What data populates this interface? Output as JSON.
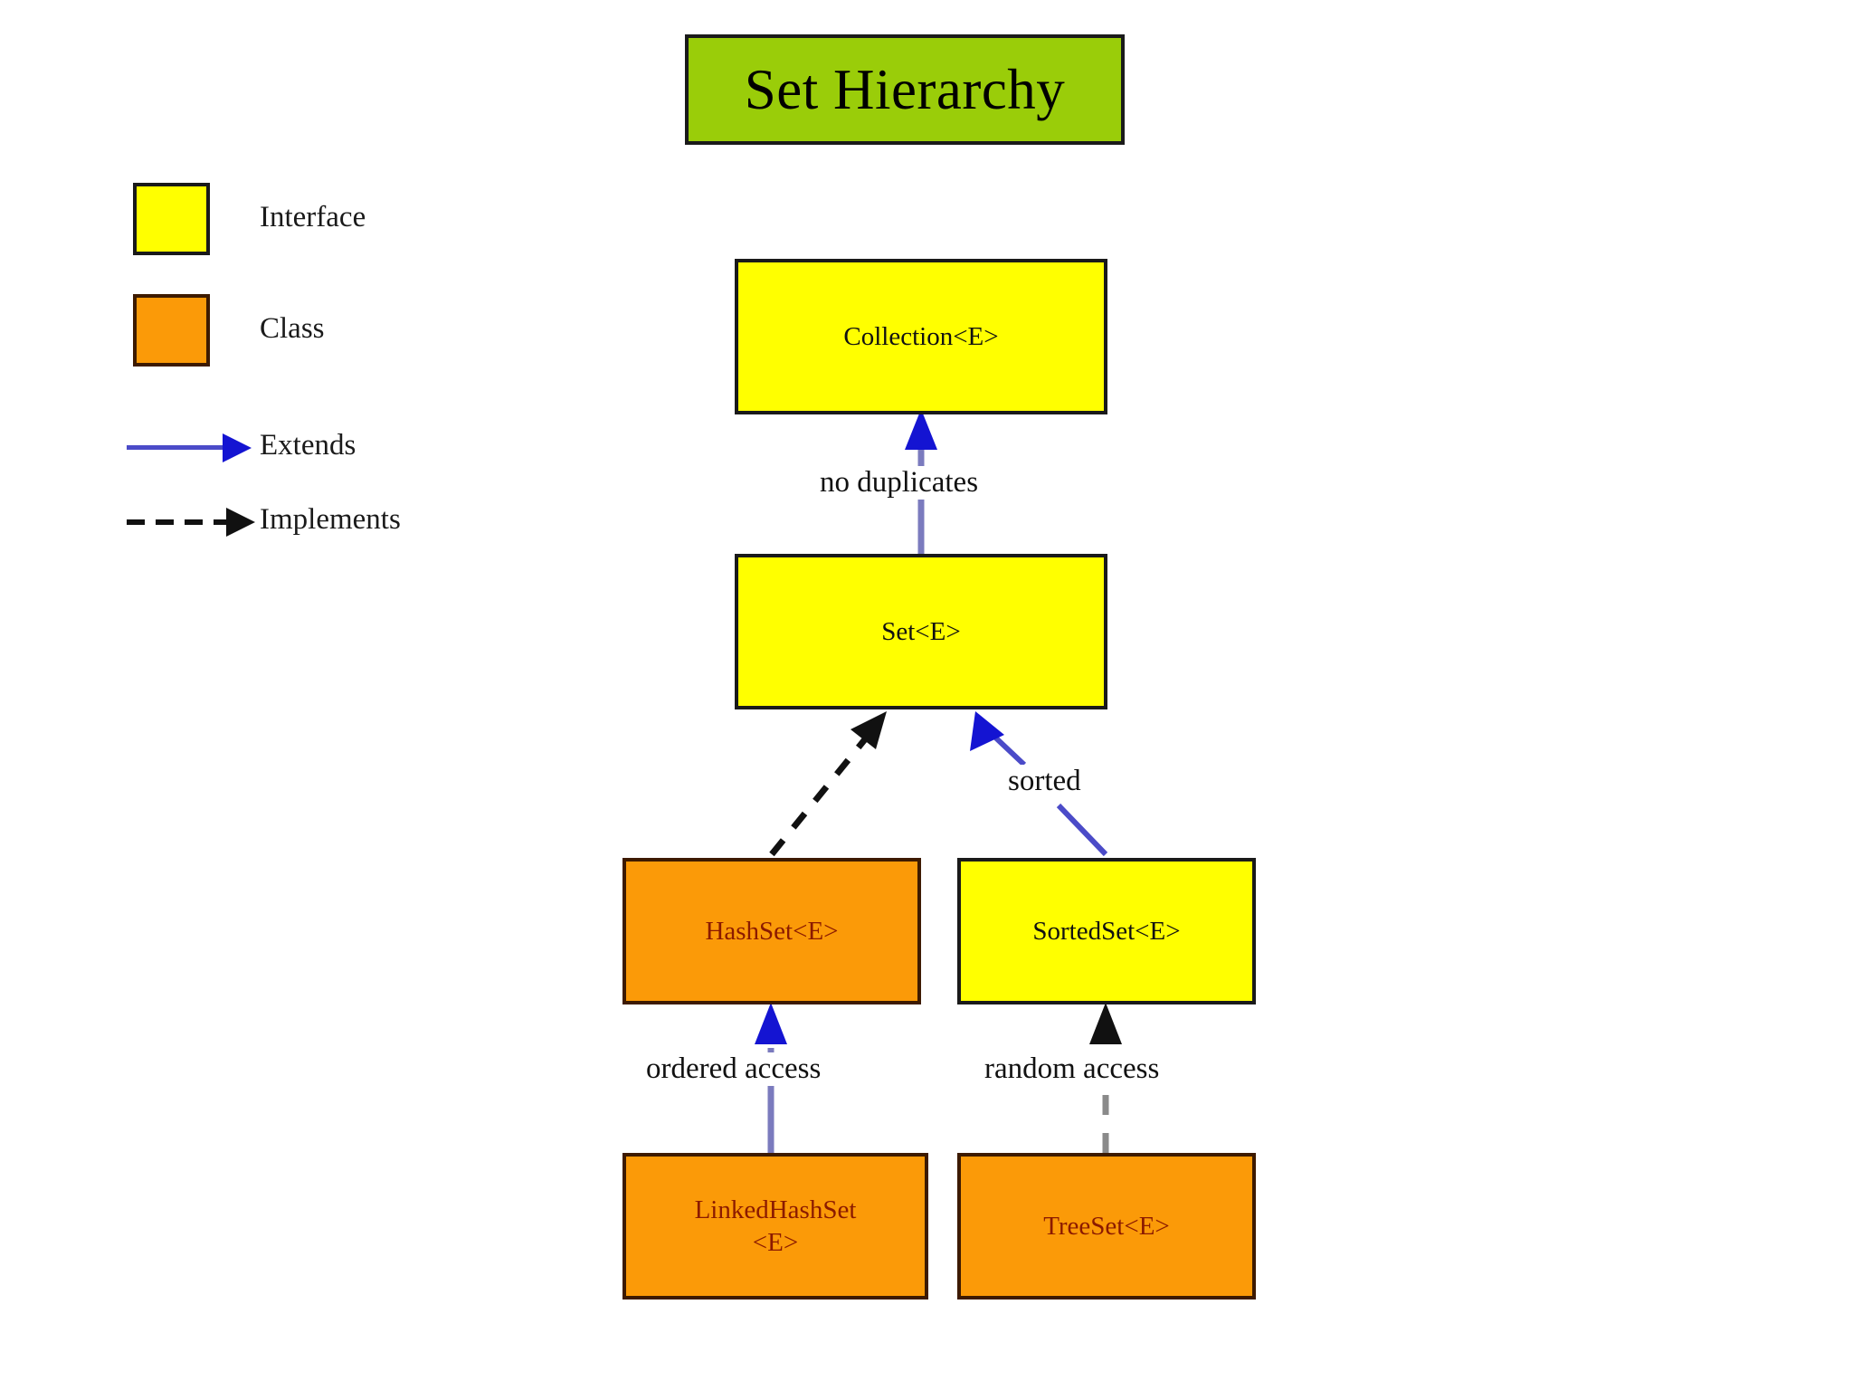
{
  "title": {
    "text": "Set Hierarchy",
    "background": "#9ACD09"
  },
  "legend": {
    "items": [
      {
        "label": "Interface",
        "swatch_color": "#FFFF00",
        "kind": "swatch"
      },
      {
        "label": "Class",
        "swatch_color": "#FB9A08",
        "kind": "swatch"
      },
      {
        "label": "Extends",
        "line_style": "solid",
        "line_color": "#4b4bc8",
        "kind": "line"
      },
      {
        "label": "Implements",
        "line_style": "dashed",
        "line_color": "#111111",
        "kind": "line"
      }
    ]
  },
  "diagram": {
    "type": "class-hierarchy",
    "nodes": [
      {
        "id": "collection",
        "label": "Collection<E>",
        "kind": "interface",
        "color": "#FFFF00"
      },
      {
        "id": "set",
        "label": "Set<E>",
        "kind": "interface",
        "color": "#FFFF00"
      },
      {
        "id": "hashset",
        "label": "HashSet<E>",
        "kind": "class",
        "color": "#FB9A08"
      },
      {
        "id": "sortedset",
        "label": "SortedSet<E>",
        "kind": "interface",
        "color": "#FFFF00"
      },
      {
        "id": "linkedhashset",
        "label": "LinkedHashSet\n<E>",
        "kind": "class",
        "color": "#FB9A08"
      },
      {
        "id": "treeset",
        "label": "TreeSet<E>",
        "kind": "class",
        "color": "#FB9A08"
      }
    ],
    "edges": [
      {
        "from": "set",
        "to": "collection",
        "relation": "Extends",
        "label": "no duplicates",
        "style": "solid",
        "color": "#4b4bc8"
      },
      {
        "from": "hashset",
        "to": "set",
        "relation": "Implements",
        "label": "",
        "style": "dashed",
        "color": "#111111"
      },
      {
        "from": "sortedset",
        "to": "set",
        "relation": "Extends",
        "label": "sorted",
        "style": "solid",
        "color": "#4b4bc8"
      },
      {
        "from": "linkedhashset",
        "to": "hashset",
        "relation": "Extends",
        "label": "ordered access",
        "style": "solid",
        "color": "#4b4bc8"
      },
      {
        "from": "treeset",
        "to": "sortedset",
        "relation": "Implements",
        "label": "random access",
        "style": "dashed",
        "color": "#111111"
      }
    ],
    "edge_labels": {
      "no_duplicates": "no duplicates",
      "sorted": "sorted",
      "ordered_access": "ordered access",
      "random_access": "random access"
    }
  }
}
